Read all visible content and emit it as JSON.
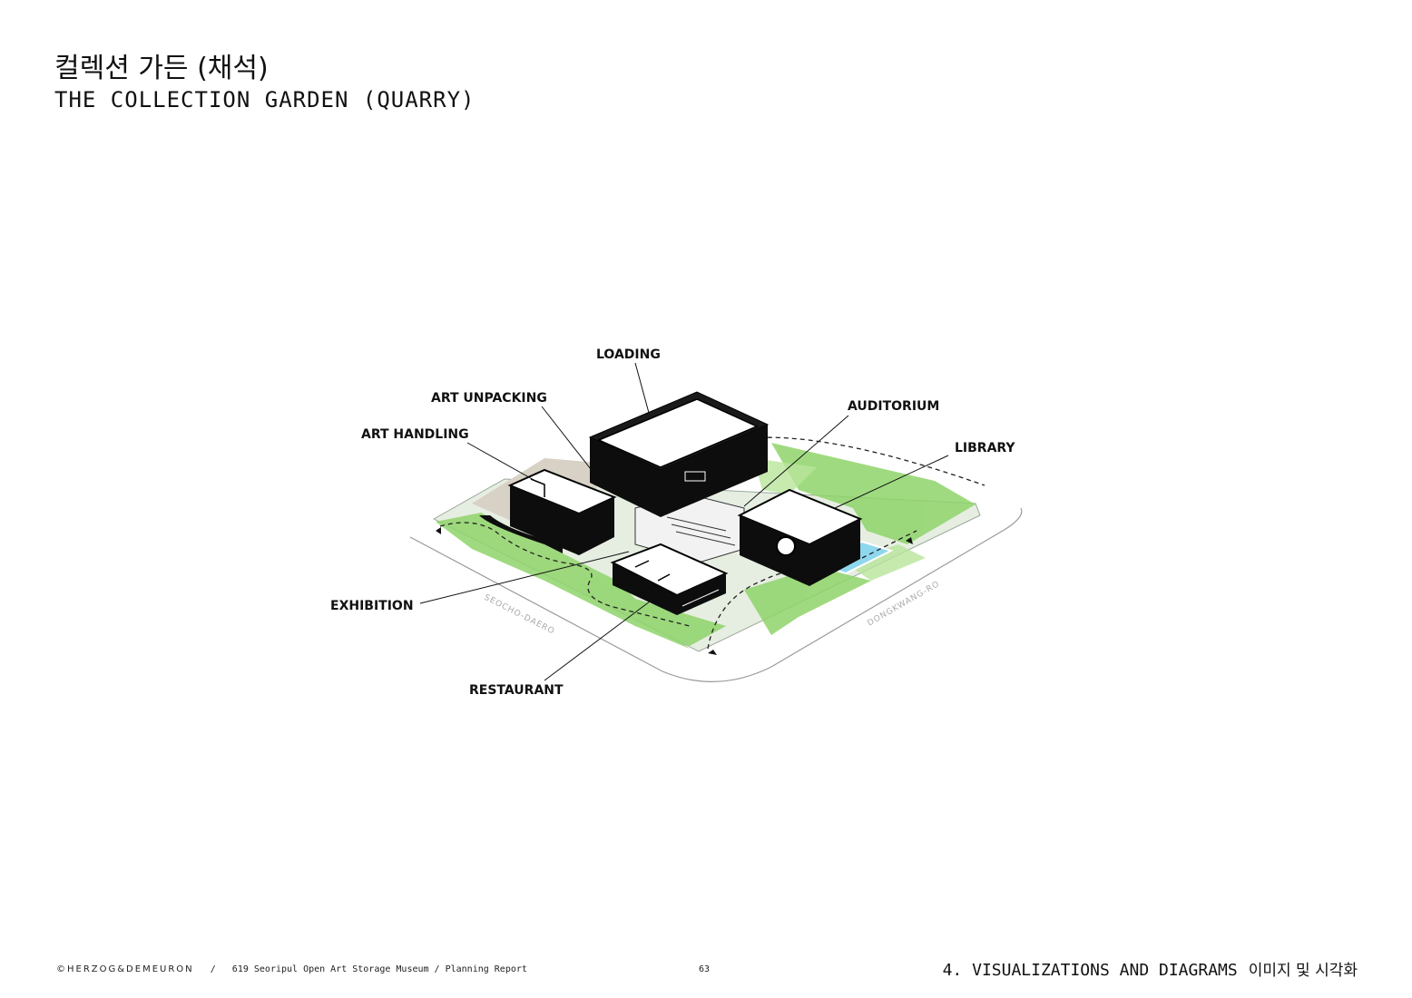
{
  "header": {
    "title_ko": "컬렉션 가든 (채석)",
    "title_en": "THE COLLECTION GARDEN (QUARRY)"
  },
  "diagram": {
    "labels": {
      "loading": "LOADING",
      "art_unpacking": "ART UNPACKING",
      "art_handling": "ART HANDLING",
      "auditorium": "AUDITORIUM",
      "library": "LIBRARY",
      "exhibition": "EXHIBITION",
      "restaurant": "RESTAURANT"
    },
    "streets": {
      "seocho": "SEOCHO-DAERO",
      "dongkwang": "DONGKWANG-RO"
    },
    "colors": {
      "building": "#0d0d0d",
      "lawn": "#8fd46a",
      "lawn_light": "#b9e59b",
      "paving": "#e6eee2",
      "pool": "#8ed8ee",
      "quarry": "#d8d1c6"
    }
  },
  "footer": {
    "brand": "©HERZOG&DEMEURON",
    "sep": "/",
    "report": "619 Seoripul Open Art Storage Museum / Planning Report",
    "page": "63",
    "section_en": "4. VISUALIZATIONS AND DIAGRAMS",
    "section_ko": "이미지 및 시각화"
  }
}
